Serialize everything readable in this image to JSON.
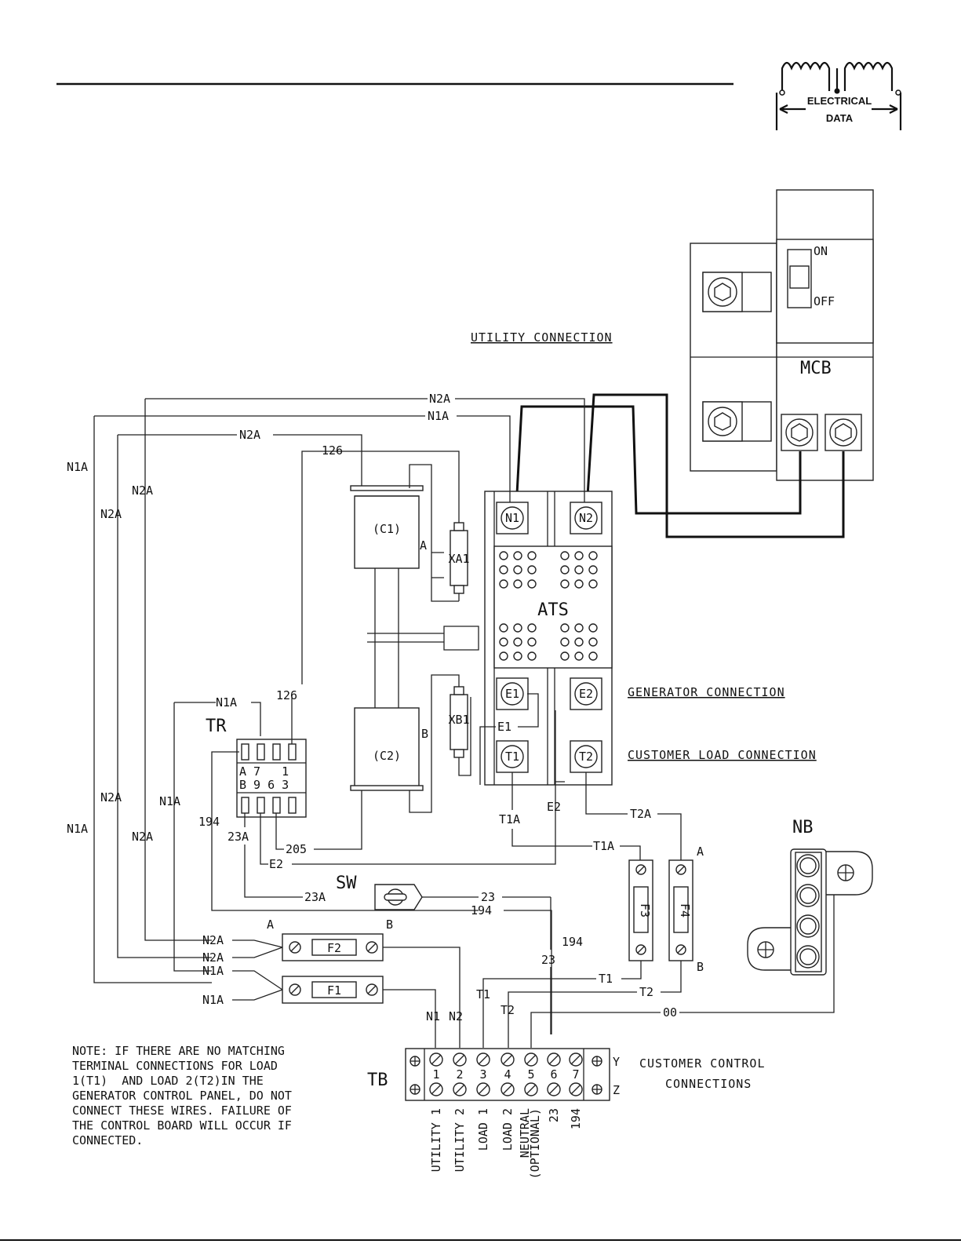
{
  "header": {
    "logo_line1": "ELECTRICAL",
    "logo_line2": "DATA"
  },
  "sections": {
    "utility_connection": "UTILITY CONNECTION",
    "generator_connection": "GENERATOR CONNECTION",
    "customer_load_connection": "CUSTOMER LOAD CONNECTION",
    "customer_control_1": "CUSTOMER CONTROL",
    "customer_control_2": "CONNECTIONS"
  },
  "components": {
    "mcb": "MCB",
    "mcb_on": "ON",
    "mcb_off": "OFF",
    "ats": "ATS",
    "c1": "(C1)",
    "c2": "(C2)",
    "xa1": "XA1",
    "xb1": "XB1",
    "tr": "TR",
    "sw": "SW",
    "nb": "NB",
    "tb": "TB",
    "f1": "F1",
    "f2": "F2",
    "f3": "F3",
    "f4": "F4",
    "n1": "N1",
    "n2": "N2",
    "e1": "E1",
    "e2": "E2",
    "t1": "T1",
    "t2": "T2",
    "tr_top_row": "A 7   1",
    "tr_bottom_row": "B 9 6 3",
    "tb_y": "Y",
    "tb_z": "Z"
  },
  "wires": {
    "n1a": "N1A",
    "n2a": "N2A",
    "w126": "126",
    "w194": "194",
    "w205": "205",
    "w23": "23",
    "w23a": "23A",
    "e1": "E1",
    "e2": "E2",
    "t1": "T1",
    "t2": "T2",
    "t1a": "T1A",
    "t2a": "T2A",
    "n1": "N1",
    "n2": "N2",
    "w00": "00",
    "a": "A",
    "b": "B"
  },
  "terminal_block": {
    "numbers": [
      "1",
      "2",
      "3",
      "4",
      "5",
      "6",
      "7"
    ],
    "labels": [
      "UTILITY 1",
      "UTILITY 2",
      "LOAD 1",
      "LOAD 2",
      "NEUTRAL",
      "23",
      "194"
    ],
    "neutral_sub": "(OPTIONAL)"
  },
  "note": [
    "NOTE: IF THERE ARE NO MATCHING",
    "TERMINAL CONNECTIONS FOR LOAD",
    "1(T1)  AND LOAD 2(T2)IN THE",
    "GENERATOR CONTROL PANEL, DO NOT",
    "CONNECT THESE WIRES. FAILURE OF",
    "THE CONTROL BOARD WILL OCCUR IF",
    "CONNECTED."
  ]
}
